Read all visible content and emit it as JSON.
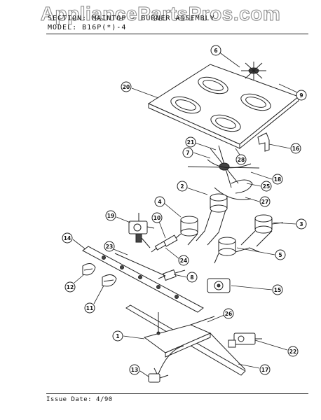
{
  "watermark": "AppliancePartsPros.com",
  "header": {
    "section_label": "SECTION:",
    "section_value": "MAINTOP - BURNER ASSEMBLY",
    "model_label": "MODEL:",
    "model_value": "B16P(*)-4"
  },
  "footer": {
    "issue_label": "Issue Date:",
    "issue_value": "4/90"
  },
  "callouts": {
    "c1": "1",
    "c2": "2",
    "c3": "3",
    "c4": "4",
    "c5": "5",
    "c6": "6",
    "c7": "7",
    "c8": "8",
    "c9": "9",
    "c10": "10",
    "c11": "11",
    "c12": "12",
    "c13": "13",
    "c14": "14",
    "c15": "15",
    "c16": "16",
    "c17": "17",
    "c18": "18",
    "c19": "19",
    "c20": "20",
    "c21": "21",
    "c22": "22",
    "c23": "23",
    "c24": "24",
    "c25": "25",
    "c26": "26",
    "c27": "27",
    "c28": "28"
  }
}
